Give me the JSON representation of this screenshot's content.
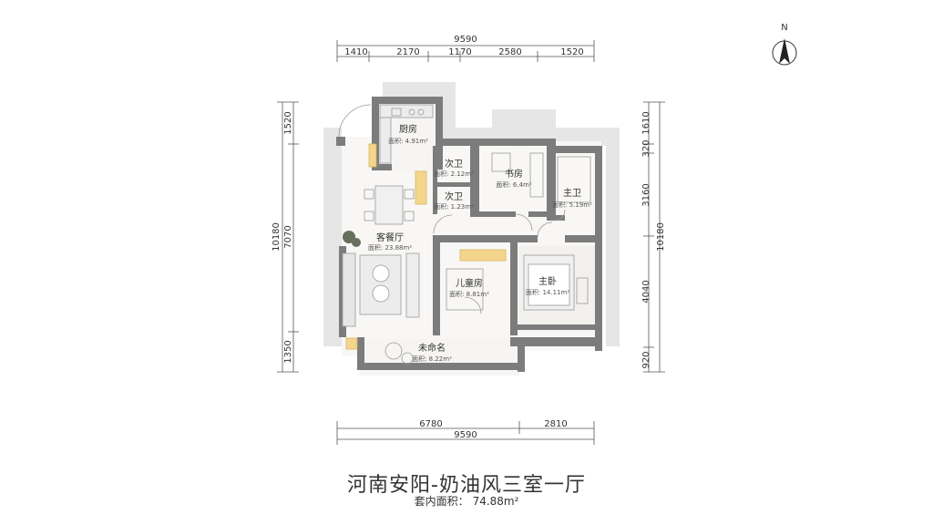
{
  "title": "河南安阳-奶油风三室一厅",
  "subtitle": {
    "label": "套内面积：",
    "value": "74.88m²"
  },
  "compass": "N",
  "dimensions": {
    "top_total": "9590",
    "top_segments": [
      "1410",
      "2170",
      "1170",
      "2580",
      "1520"
    ],
    "bottom_segments": [
      "6780",
      "2810"
    ],
    "bottom_total": "9590",
    "left_total": "10180",
    "left_segments": [
      "1520",
      "7070",
      "1350"
    ],
    "right_total": "10180",
    "right_segments": [
      "1610",
      "320",
      "3160",
      "4040",
      "920"
    ]
  },
  "rooms": [
    {
      "name": "厨房",
      "area": "面积: 4.91m²"
    },
    {
      "name": "次卫",
      "area": "面积: 2.12m²"
    },
    {
      "name": "书房",
      "area": "面积: 6.4m²"
    },
    {
      "name": "次卫",
      "area": "面积: 1.23m²"
    },
    {
      "name": "主卫",
      "area": "面积: 5.19m²"
    },
    {
      "name": "客餐厅",
      "area": "面积: 23.88m²"
    },
    {
      "name": "儿童房",
      "area": "面积: 8.81m²"
    },
    {
      "name": "主卧",
      "area": "面积: 14.11m²"
    },
    {
      "name": "未命名",
      "area": "面积: 8.22m²"
    }
  ]
}
